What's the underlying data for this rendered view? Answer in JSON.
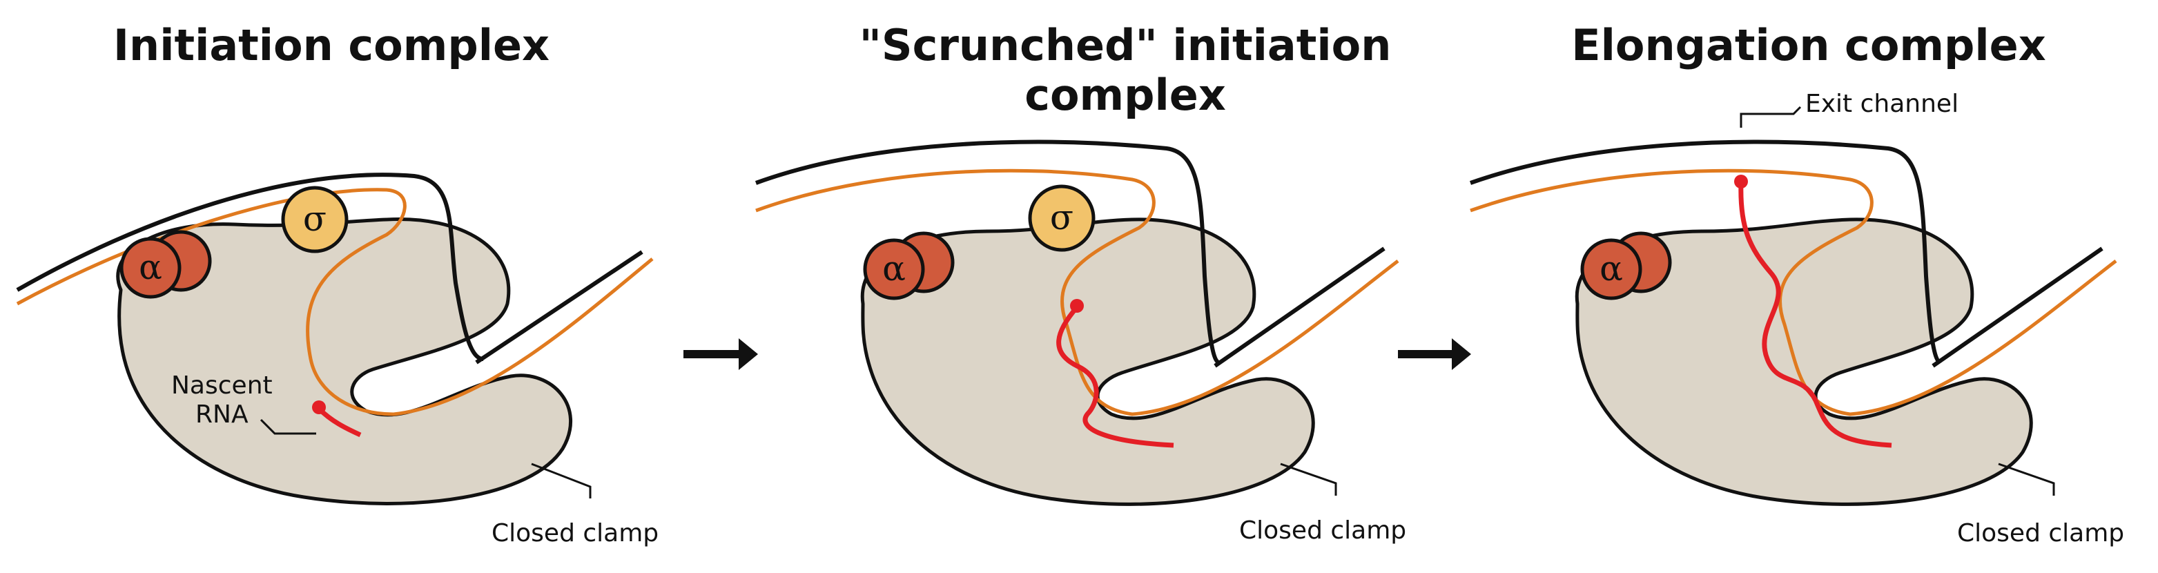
{
  "panels": [
    {
      "title_lines": [
        "Initiation complex"
      ],
      "alpha_symbol": "α",
      "sigma_symbol": "σ",
      "rna_label_lines": [
        "Nascent",
        "RNA"
      ],
      "clamp_label": "Closed clamp"
    },
    {
      "title_lines": [
        "\"Scrunched\" initiation",
        "complex"
      ],
      "alpha_symbol": "α",
      "sigma_symbol": "σ",
      "clamp_label": "Closed clamp"
    },
    {
      "title_lines": [
        "Elongation complex"
      ],
      "alpha_symbol": "α",
      "exit_channel_label": "Exit channel",
      "clamp_label": "Closed clamp"
    }
  ],
  "colors": {
    "polymerase_body": "#dcd5c8",
    "outline": "#111111",
    "dna_template": "#e07a1f",
    "rna": "#e41f26",
    "alpha": "#d05a3c",
    "sigma": "#f2c36b",
    "arrow": "#111111"
  },
  "arrows": [
    {
      "icon": "right-arrow-icon"
    },
    {
      "icon": "right-arrow-icon"
    }
  ]
}
